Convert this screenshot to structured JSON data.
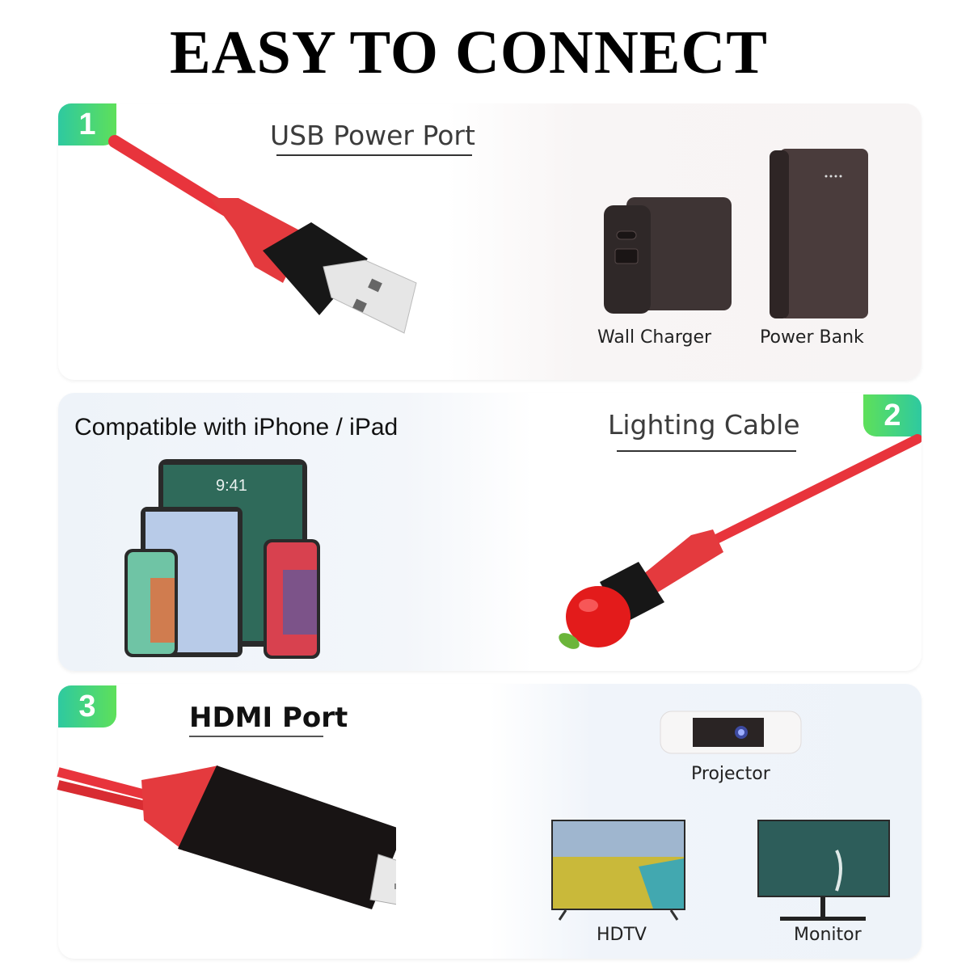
{
  "headline": "EASY TO CONNECT",
  "steps": [
    {
      "number": "1",
      "title": "USB Power Port",
      "devices": [
        {
          "label": "Wall Charger"
        },
        {
          "label": "Power Bank"
        }
      ]
    },
    {
      "number": "2",
      "title": "Lighting Cable",
      "compatibility": "Compatible with iPhone / iPad",
      "screen_time": "9:41"
    },
    {
      "number": "3",
      "title": "HDMI Port",
      "devices": [
        {
          "label": "Projector"
        },
        {
          "label": "HDTV"
        },
        {
          "label": "Monitor"
        }
      ]
    }
  ],
  "colors": {
    "badge_start": "#2ec9a0",
    "badge_end": "#5ee05a",
    "cable_red": "#e8343c",
    "connector_black": "#1a1a1a",
    "device_brown": "#3d3233"
  }
}
